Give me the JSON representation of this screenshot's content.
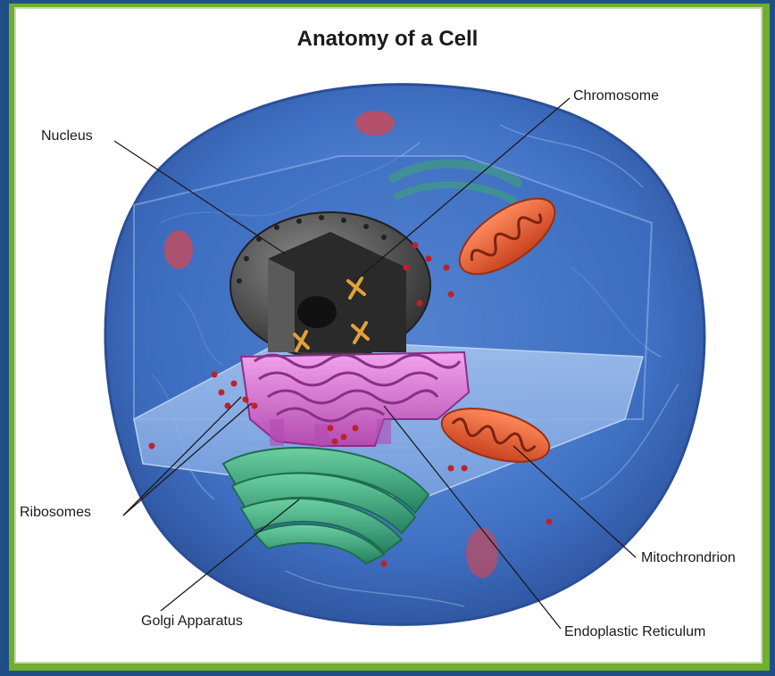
{
  "title": "Anatomy of a Cell",
  "labels": {
    "nucleus": "Nucleus",
    "chromosome": "Chromosome",
    "ribosomes": "Ribosomes",
    "golgi": "Golgi Apparatus",
    "mitochondrion": "Mitochrondrion",
    "er": "Endoplastic Reticulum"
  },
  "colors": {
    "cell_membrane": "#2f5aa8",
    "cytoplasm": "#4f7fd0",
    "nucleus": "#4a4a4a",
    "er": "#d96ad4",
    "golgi": "#3fa37a",
    "mitochondrion": "#e8633a",
    "ribosome": "#c0202a",
    "chromosome": "#e0a23a"
  }
}
